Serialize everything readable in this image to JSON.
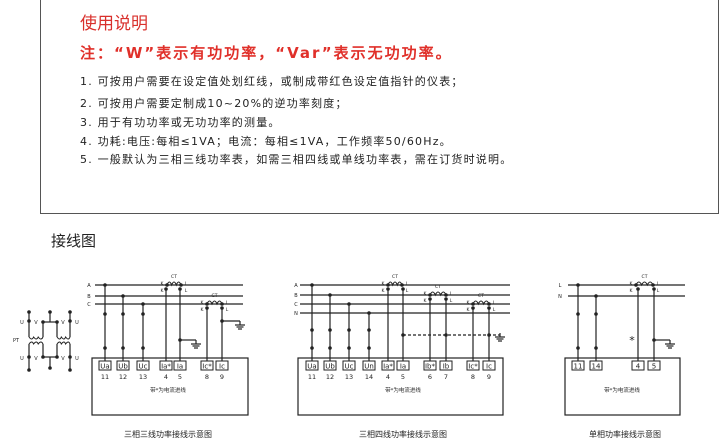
{
  "instructions": {
    "title": "使用说明",
    "note": "注：“W”表示有功功率，“Var”表示无功功率。",
    "items": [
      "1. 可按用户需要在设定值处划红线，或制成带红色设定值指针的仪表；",
      "2. 可按用户需要定制成10~20%的逆功率刻度；",
      "3. 用于有功功率或无功功率的测量。",
      "4. 功耗:电压:每相≤1VA；电流：每相≤1VA，工作频率50/60Hz。",
      "5. 一般默认为三相三线功率表，如需三相四线或单线功率表，需在订货时说明。"
    ]
  },
  "wiring": {
    "heading": "接线图",
    "ct": "CT",
    "k": "K",
    "l": "L",
    "pt": "PT",
    "u": "U",
    "v": "V",
    "note": "带*为电流进线",
    "star": "*",
    "d1": {
      "lines": [
        "A",
        "B",
        "C"
      ],
      "terms": [
        "Ua",
        "Ub",
        "Uc",
        "Ia*",
        "Ia",
        "Ic*",
        "Ic"
      ],
      "nums": [
        "11",
        "12",
        "13",
        "4",
        "5",
        "8",
        "9"
      ],
      "caption": "三相三线功率接线示意图"
    },
    "d2": {
      "lines": [
        "A",
        "B",
        "C",
        "N"
      ],
      "terms": [
        "Ua",
        "Ub",
        "Uc",
        "Un",
        "Ia*",
        "Ia",
        "Ib*",
        "Ib",
        "Ic*",
        "Ic"
      ],
      "nums": [
        "11",
        "12",
        "13",
        "14",
        "4",
        "5",
        "6",
        "7",
        "8",
        "9"
      ],
      "caption": "三相四线功率接线示意图"
    },
    "d3": {
      "lines": [
        "L",
        "N"
      ],
      "terms": [
        "11",
        "14",
        "4",
        "5"
      ],
      "caption": "单相功率接线示意图"
    }
  }
}
